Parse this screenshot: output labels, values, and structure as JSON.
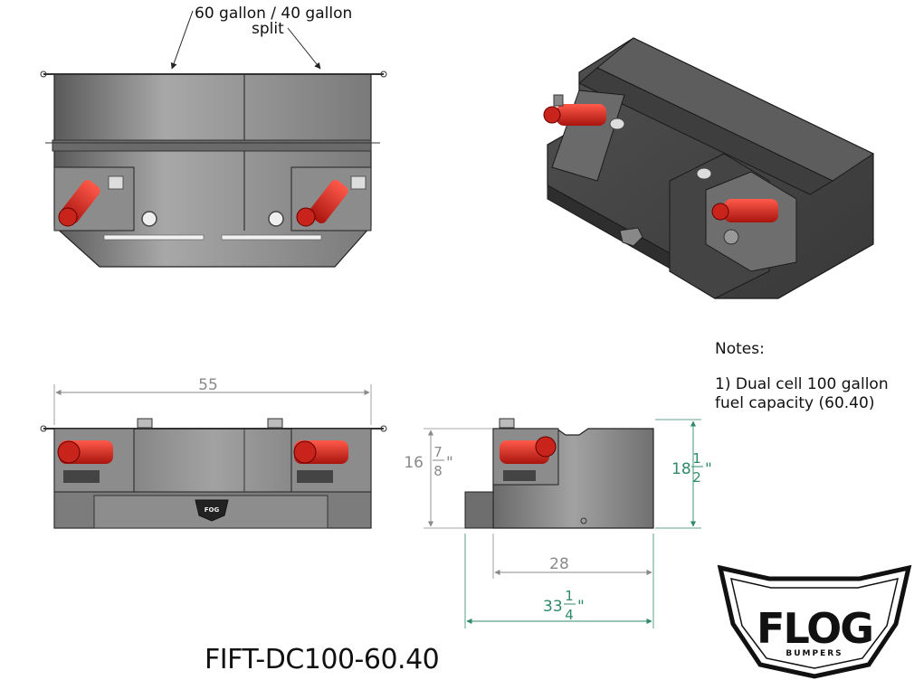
{
  "callout": {
    "line1": "60 gallon / 40 gallon",
    "line2": "split"
  },
  "dimensions": {
    "front_width": "55",
    "left_height_whole": "16",
    "left_height_num": "7",
    "left_height_den": "8",
    "left_height_unit": "\"",
    "right_height_whole": "18",
    "right_height_num": "1",
    "right_height_den": "2",
    "right_height_unit": "\"",
    "side_inner": "28",
    "side_outer_whole": "33",
    "side_outer_num": "1",
    "side_outer_den": "4",
    "side_outer_unit": "\""
  },
  "notes": {
    "title": "Notes:",
    "line1": "1) Dual cell 100 gallon",
    "line2": "fuel capacity (60.40)"
  },
  "part_number": "FIFT-DC100-60.40",
  "logo": {
    "brand": "FLOG",
    "tagline": "BUMPERS"
  },
  "colors": {
    "dim_gray": "#8a8a8a",
    "dim_green": "#2f8a68",
    "pump_red": "#d42a22",
    "tank_dark": "#4a4a4a",
    "tank_light": "#9c9c9c"
  }
}
